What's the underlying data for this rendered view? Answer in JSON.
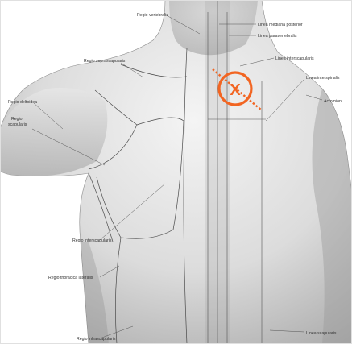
{
  "labels": {
    "linea_mediana_posterior": "Linea mediana posterior",
    "linea_paravertebralis": "Linea paravertebralis",
    "regio_vertebralis": "Regio vertebralis",
    "regio_suprascapularis": "Regio suprascapularis",
    "linea_interscapularis": "Linea interscapularis",
    "linea_interspinalis": "Linea interspinalis",
    "acromion": "Acromion",
    "regio_deltoidea": "Regio deltoidea",
    "regio_scapularis_1": "Regio",
    "regio_scapularis_2": "scapularis",
    "regio_interscapularis": "Regio interscapularis",
    "regio_thoracica_lateralis": "Regio thoracica lateralis",
    "regio_infrascapularis": "Regio infrascapularis",
    "linea_scapularis": "Linea scapularis"
  },
  "marker": {
    "symbol": "X",
    "color": "#f26522"
  },
  "colors": {
    "skin_light": "#f2f2f2",
    "skin_mid": "#d4d4d4",
    "skin_dark": "#a9a9a9",
    "line": "#555555"
  }
}
